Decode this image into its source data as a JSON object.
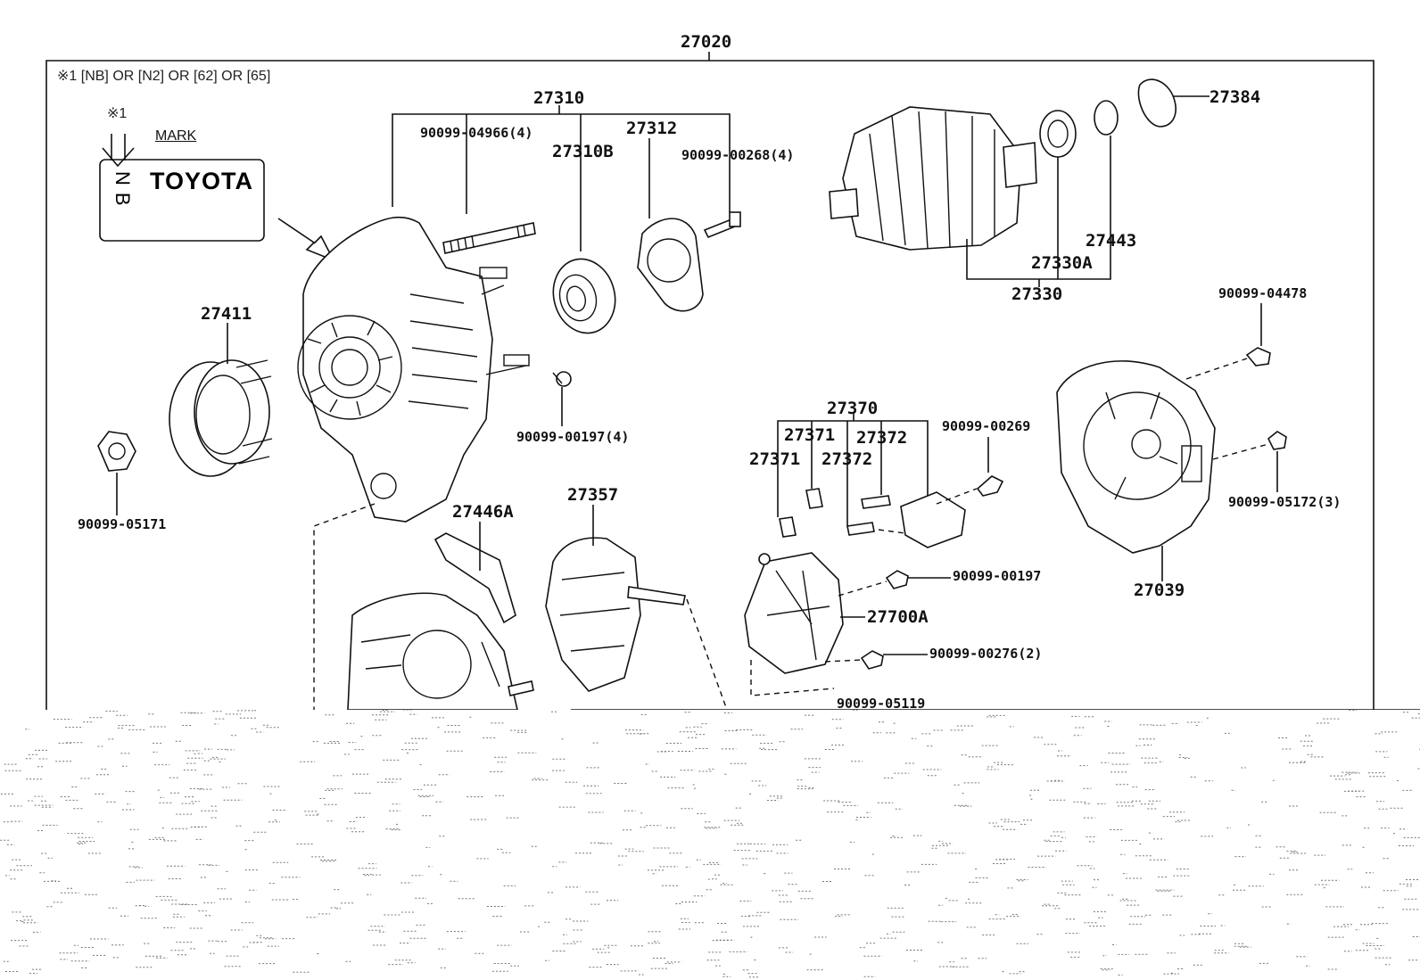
{
  "diagram": {
    "assembly_number": "27020",
    "note": "※1 [NB] OR [N2] OR [62] OR [65]",
    "mark_box": {
      "callout": "※1",
      "heading": "MARK",
      "brand": "TOYOTA",
      "code": "NB"
    },
    "parts": {
      "p27310": "27310",
      "p27312": "27312",
      "p27310B": "27310B",
      "p9009904966": "90099-04966(4)",
      "p9009900268": "90099-00268(4)",
      "p27384": "27384",
      "p27443": "27443",
      "p27330A": "27330A",
      "p27330": "27330",
      "p27411": "27411",
      "p9009905171": "90099-05171",
      "p9009900197x4": "90099-00197(4)",
      "p27370": "27370",
      "p27371a": "27371",
      "p27372a": "27372",
      "p27371b": "27371",
      "p27372b": "27372",
      "p9009900269": "90099-00269",
      "p9009904478": "90099-04478",
      "p9009905172": "90099-05172(3)",
      "p27039": "27039",
      "p27446A": "27446A",
      "p27357": "27357",
      "p9009900197": "90099-00197",
      "p27700A": "27700A",
      "p9009900276": "90099-00276(2)",
      "p9009905119": "90099-05119"
    }
  }
}
